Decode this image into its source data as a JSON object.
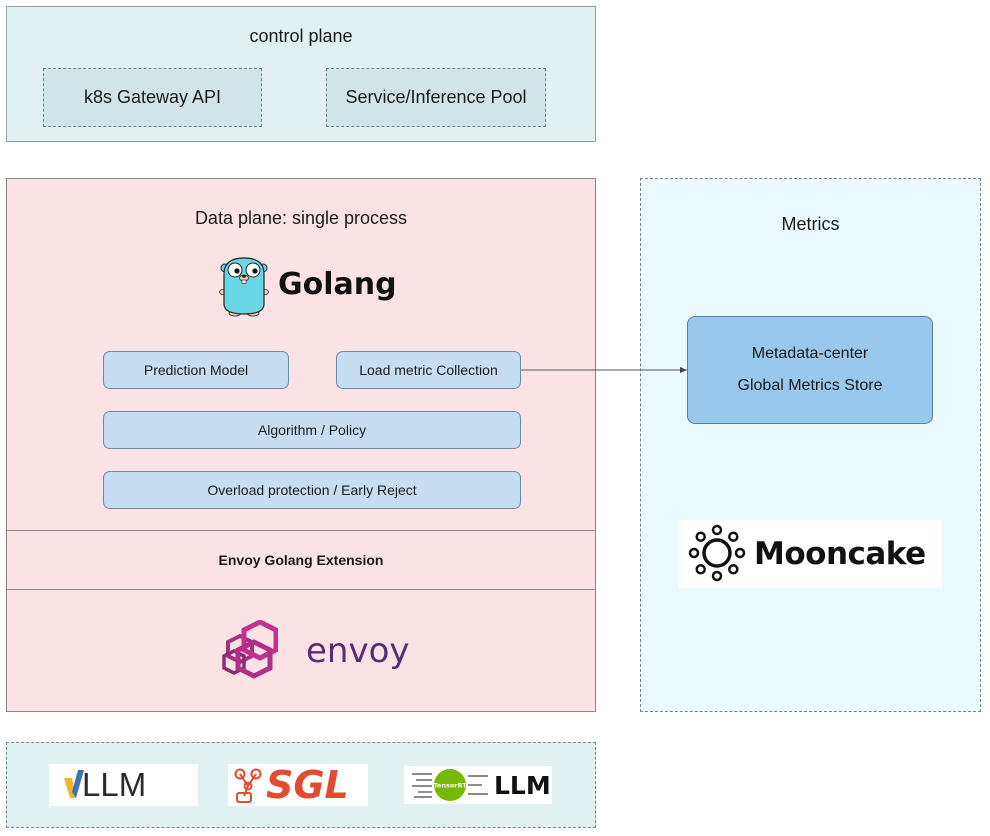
{
  "control_plane": {
    "title": "control plane",
    "gateway_api": "k8s Gateway API",
    "inference_pool": "Service/Inference Pool"
  },
  "data_plane": {
    "title": "Data plane: single process",
    "golang_logo_text": "Golang",
    "prediction_model": "Prediction Model",
    "load_metric_collection": "Load metric Collection",
    "algorithm_policy": "Algorithm / Policy",
    "overload_protection": "Overload protection / Early Reject",
    "extension_label": "Envoy Golang Extension",
    "envoy_logo_text": "envoy"
  },
  "metrics": {
    "title": "Metrics",
    "metadata_line1": "Metadata-center",
    "metadata_line2": "Global Metrics Store",
    "mooncake_logo_text": "Mooncake"
  },
  "engines": {
    "vllm_logo_text": "LLM",
    "sgl_logo_text": "SGL",
    "trt_icon_text": "TensorRT",
    "trt_logo_text": "LLM"
  },
  "colors": {
    "control_plane_bg": "#e1f1f1",
    "data_plane_bg": "#fbe3e5",
    "component_box": "#c6def2",
    "metrics_bg": "#ebfbfd",
    "metadata_box": "#98c8ec",
    "envoy_purple": "#5a2d6e",
    "envoy_magenta": "#c4308f",
    "sgl_red": "#e34a2f",
    "vllm_blue": "#3b73b8",
    "vllm_gold": "#f2b52a",
    "tensorrt_green": "#76b900"
  },
  "icons": [
    "gopher-mascot-icon",
    "envoy-hexagon-icon",
    "mooncake-ring-icon",
    "vllm-v-icon",
    "sgl-graph-icon",
    "tensorrt-chip-icon"
  ]
}
